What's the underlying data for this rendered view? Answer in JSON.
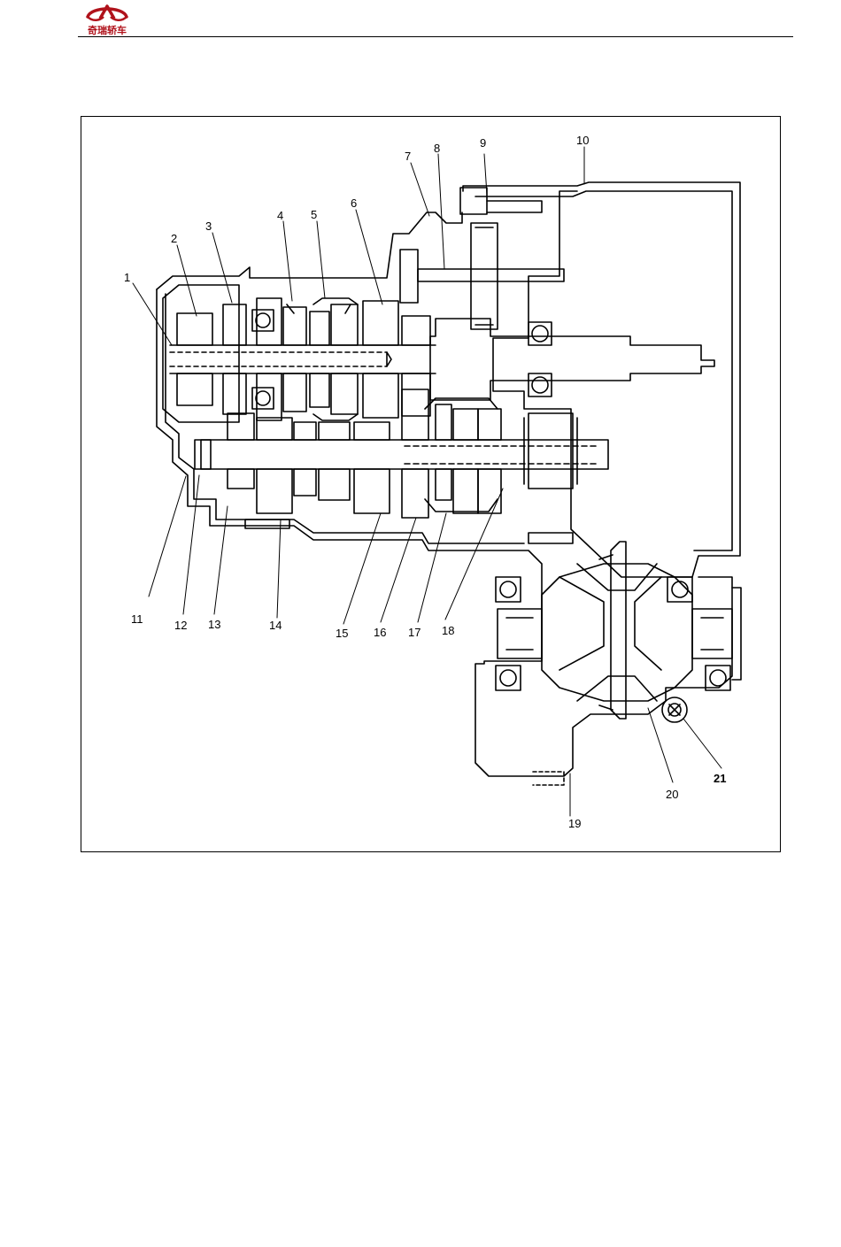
{
  "header": {
    "logo_text": "奇瑞轿车",
    "brand_color": "#b0121b"
  },
  "figure": {
    "callouts": [
      "1",
      "2",
      "3",
      "4",
      "5",
      "6",
      "7",
      "8",
      "9",
      "10",
      "11",
      "12",
      "13",
      "14",
      "15",
      "16",
      "17",
      "18",
      "19",
      "20",
      "21"
    ]
  }
}
